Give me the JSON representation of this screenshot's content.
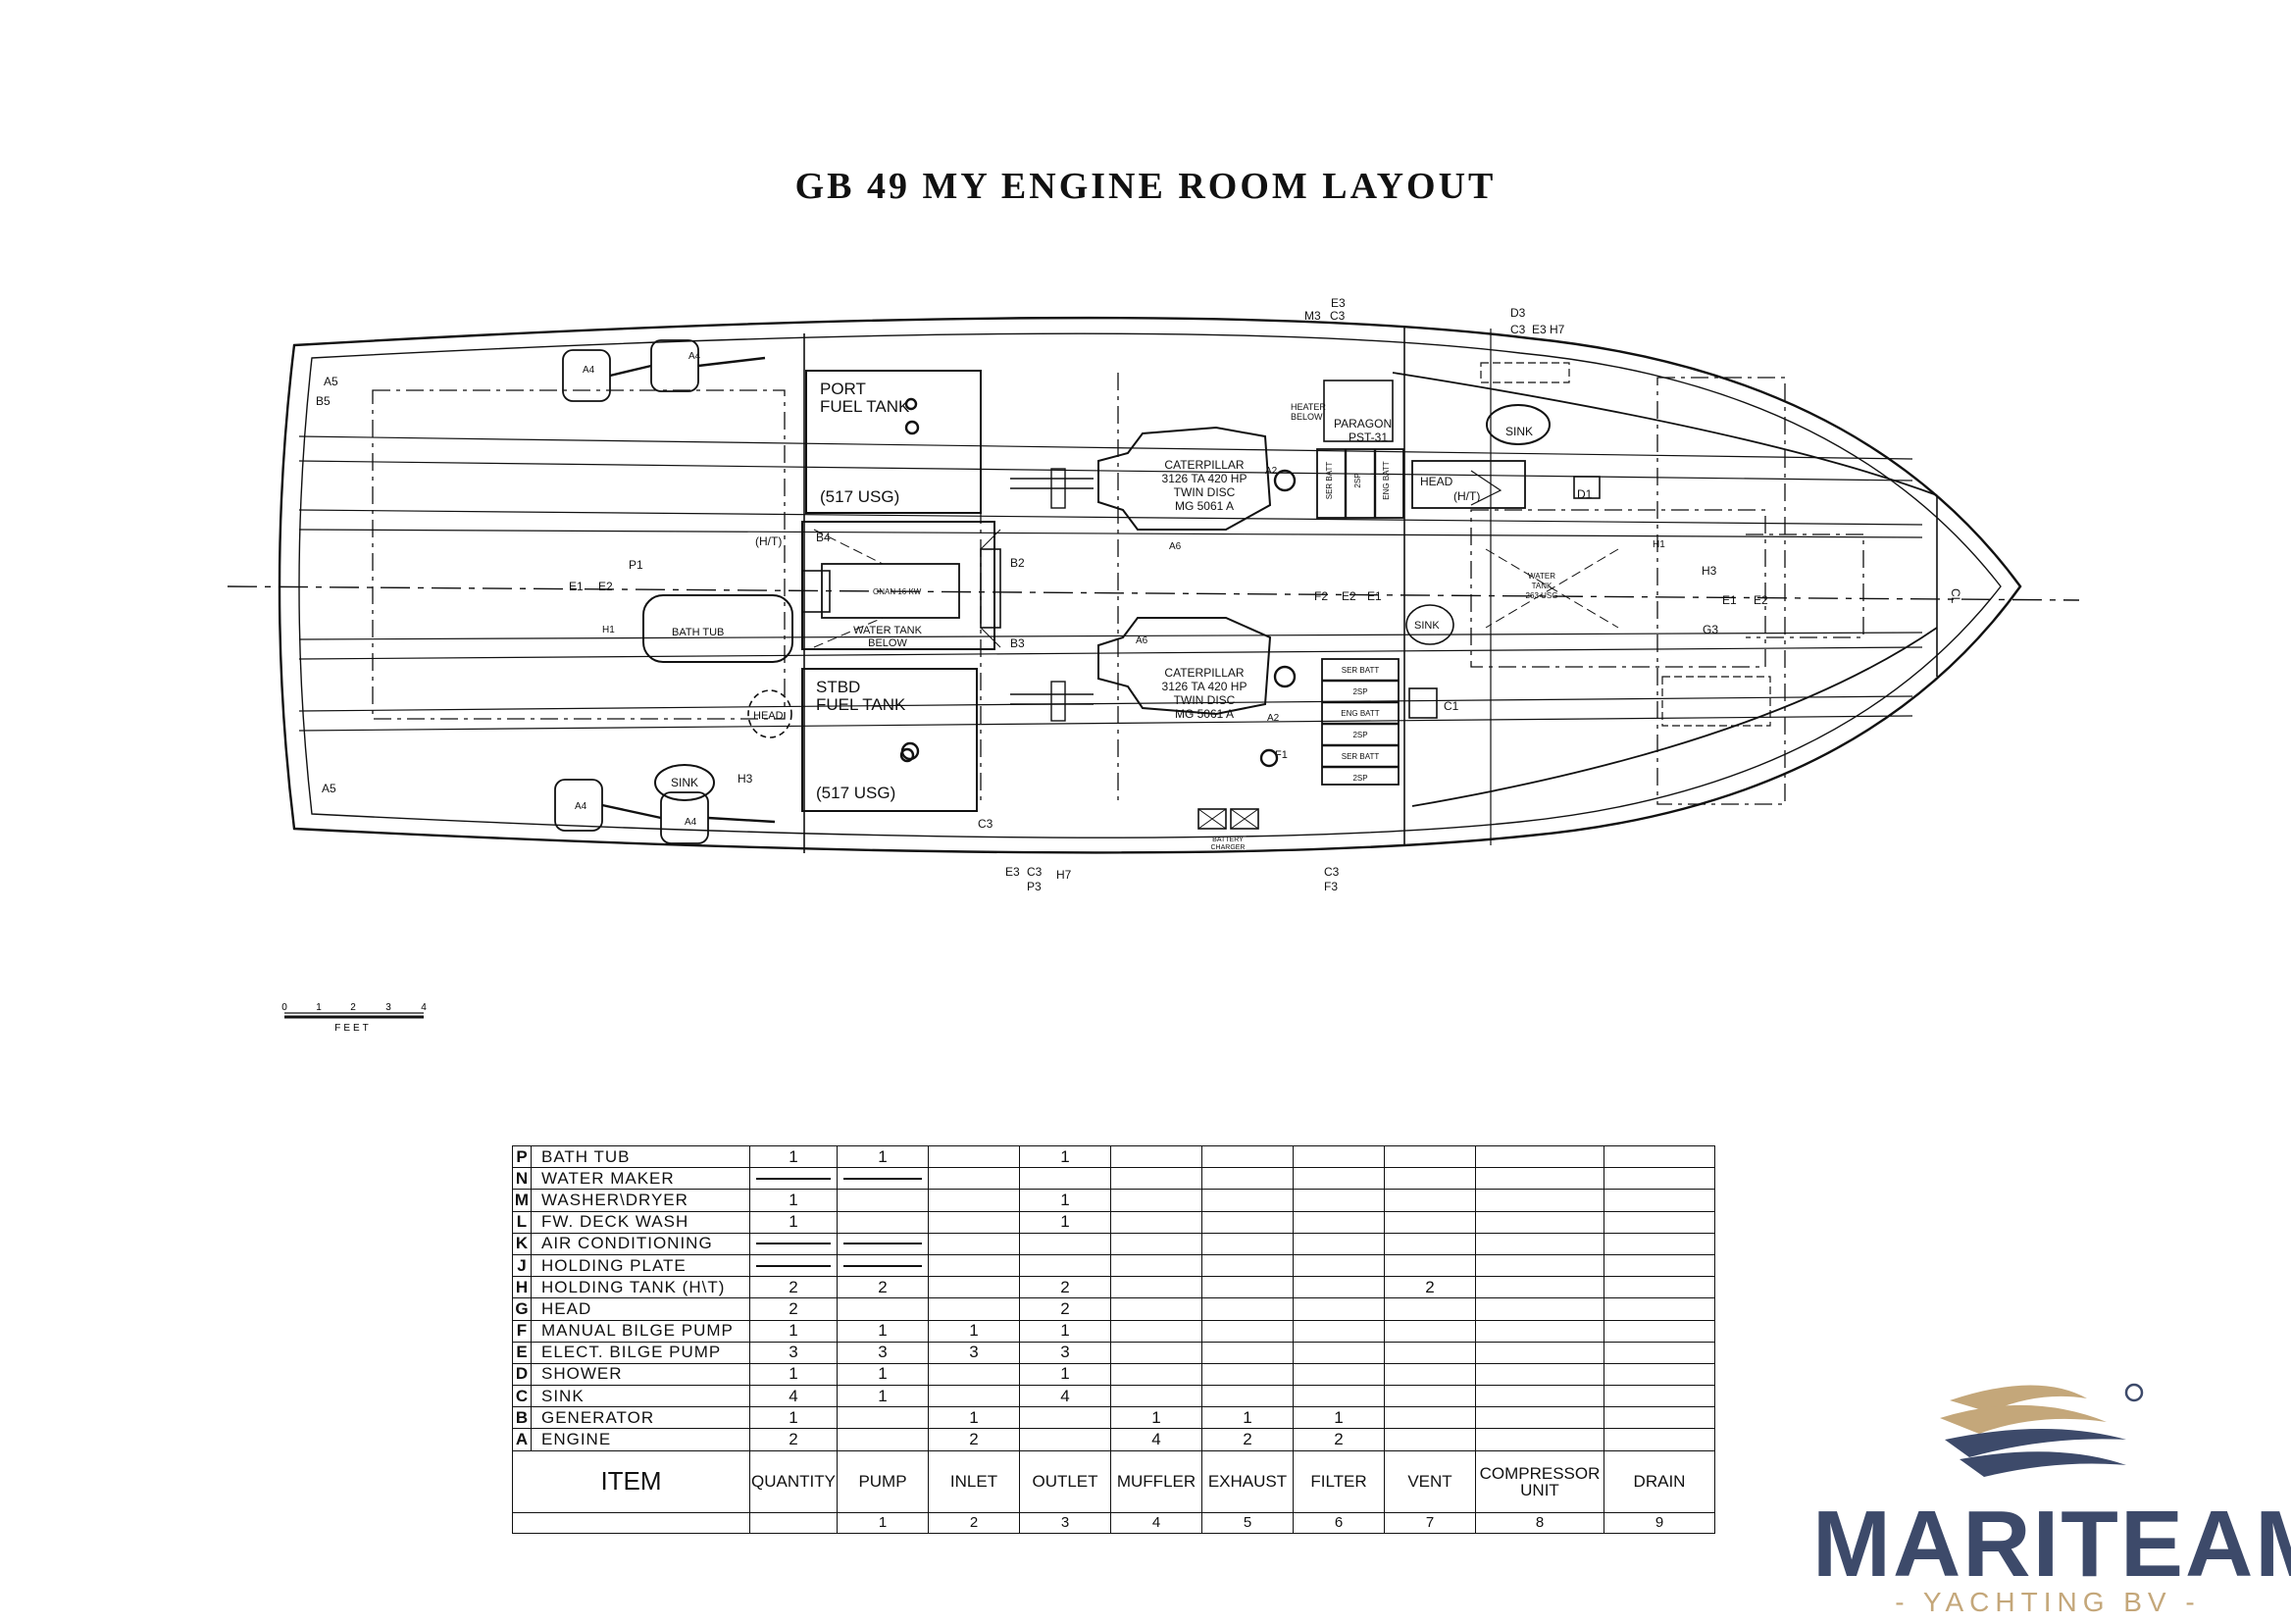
{
  "title": "GB 49 MY ENGINE ROOM LAYOUT",
  "plan": {
    "compartments": {
      "port_fuel_tank": [
        "PORT",
        "FUEL TANK",
        "(517 USG)"
      ],
      "stbd_fuel_tank": [
        "STBD",
        "FUEL TANK",
        "(517 USG)"
      ],
      "engine_label": [
        "CATERPILLAR",
        "3126 TA  420 HP",
        "TWIN DISC",
        "MG 5061 A"
      ],
      "water_tank_below": [
        "WATER TANK",
        "BELOW"
      ],
      "generator": "ONAN 16 KW",
      "bath_tub": "BATH TUB",
      "head": "HEAD",
      "head_ht": [
        "HEAD",
        "(H/T)"
      ],
      "sink": "SINK",
      "heater": [
        "HEATER",
        "BELOW"
      ],
      "paragon": [
        "PARAGON",
        "PST-31"
      ],
      "battery_charger": [
        "BATTERY",
        "CHARGER"
      ],
      "water_tank_fwd": [
        "WATER",
        "TANK",
        "263 USG"
      ],
      "centerline": "CL",
      "ht_label": "(H/T)"
    },
    "markers": {
      "a5": "A5",
      "b5": "B5",
      "a4": "A4",
      "e1": "E1",
      "e2": "E2",
      "h1": "H1",
      "p1": "P1",
      "b4": "B4",
      "b2": "B2",
      "b3": "B3",
      "a6": "A6",
      "a2": "A2",
      "f1": "F1",
      "f2": "F2",
      "d1": "D1",
      "c1": "C1",
      "h3": "H3",
      "g3": "G3",
      "c3": "C3",
      "h7": "H7",
      "e3": "E3",
      "m3": "M3",
      "d3": "D3",
      "f3": "F3",
      "p3": "P3"
    },
    "batteries": [
      "SER BATT",
      "2SP",
      "ENG BATT",
      "2SP",
      "SER BATT",
      "2SP"
    ],
    "scale": {
      "ticks": [
        "0",
        "1",
        "2",
        "3",
        "4"
      ],
      "unit": "FEET"
    }
  },
  "table": {
    "rows": [
      {
        "code": "P",
        "item": "BATH TUB",
        "cells": [
          "1",
          "1",
          "",
          "1",
          "",
          "",
          "",
          "",
          "",
          ""
        ]
      },
      {
        "code": "N",
        "item": "WATER MAKER",
        "cells": [
          "—",
          "—",
          "",
          "",
          "",
          "",
          "",
          "",
          "",
          ""
        ]
      },
      {
        "code": "M",
        "item": "WASHER\\DRYER",
        "cells": [
          "1",
          "",
          "",
          "1",
          "",
          "",
          "",
          "",
          "",
          ""
        ]
      },
      {
        "code": "L",
        "item": "FW. DECK WASH",
        "cells": [
          "1",
          "",
          "",
          "1",
          "",
          "",
          "",
          "",
          "",
          ""
        ]
      },
      {
        "code": "K",
        "item": "AIR CONDITIONING",
        "cells": [
          "—",
          "—",
          "",
          "",
          "",
          "",
          "",
          "",
          "",
          ""
        ]
      },
      {
        "code": "J",
        "item": "HOLDING PLATE",
        "cells": [
          "—",
          "—",
          "",
          "",
          "",
          "",
          "",
          "",
          "",
          ""
        ]
      },
      {
        "code": "H",
        "item": "HOLDING TANK (H\\T)",
        "cells": [
          "2",
          "2",
          "",
          "2",
          "",
          "",
          "",
          "2",
          "",
          ""
        ]
      },
      {
        "code": "G",
        "item": "HEAD",
        "cells": [
          "2",
          "",
          "",
          "2",
          "",
          "",
          "",
          "",
          "",
          ""
        ]
      },
      {
        "code": "F",
        "item": "MANUAL BILGE PUMP",
        "cells": [
          "1",
          "1",
          "1",
          "1",
          "",
          "",
          "",
          "",
          "",
          ""
        ]
      },
      {
        "code": "E",
        "item": "ELECT. BILGE PUMP",
        "cells": [
          "3",
          "3",
          "3",
          "3",
          "",
          "",
          "",
          "",
          "",
          ""
        ]
      },
      {
        "code": "D",
        "item": "SHOWER",
        "cells": [
          "1",
          "1",
          "",
          "1",
          "",
          "",
          "",
          "",
          "",
          ""
        ]
      },
      {
        "code": "C",
        "item": "SINK",
        "cells": [
          "4",
          "1",
          "",
          "4",
          "",
          "",
          "",
          "",
          "",
          ""
        ]
      },
      {
        "code": "B",
        "item": "GENERATOR",
        "cells": [
          "1",
          "",
          "1",
          "",
          "1",
          "1",
          "1",
          "",
          "",
          ""
        ]
      },
      {
        "code": "A",
        "item": "ENGINE",
        "cells": [
          "2",
          "",
          "2",
          "",
          "4",
          "2",
          "2",
          "",
          "",
          ""
        ]
      }
    ],
    "item_header": "ITEM",
    "columns": [
      "QUANTITY",
      "PUMP",
      "INLET",
      "OUTLET",
      "MUFFLER",
      "EXHAUST",
      "FILTER",
      "VENT",
      "COMPRESSOR UNIT",
      "DRAIN"
    ],
    "column_numbers": [
      "",
      "1",
      "2",
      "3",
      "4",
      "5",
      "6",
      "7",
      "8",
      "9"
    ]
  },
  "logo": {
    "name": "MARITEAM",
    "sub": "- YACHTING BV -",
    "colors": {
      "navy": "#3d4a6a",
      "gold": "#c4a77a"
    }
  }
}
